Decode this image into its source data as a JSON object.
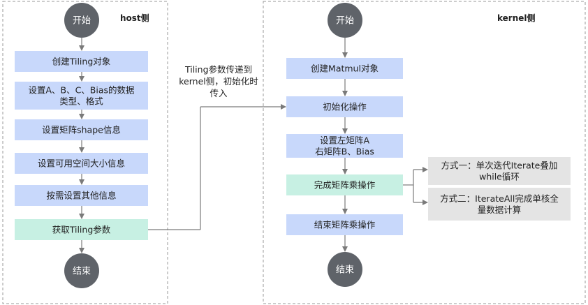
{
  "host": {
    "label": "host侧",
    "start": "开始",
    "end": "结束",
    "steps": [
      {
        "lines": [
          "创建Tiling对象"
        ]
      },
      {
        "lines": [
          "设置A、B、C、Bias的数据",
          "类型、格式"
        ]
      },
      {
        "lines": [
          "设置矩阵shape信息"
        ]
      },
      {
        "lines": [
          "设置可用空间大小信息"
        ]
      },
      {
        "lines": [
          "按需设置其他信息"
        ]
      },
      {
        "lines": [
          "获取Tiling参数"
        ]
      }
    ]
  },
  "kernel": {
    "label": "kernel侧",
    "start": "开始",
    "end": "结束",
    "steps": [
      {
        "lines": [
          "创建Matmul对象"
        ]
      },
      {
        "lines": [
          "初始化操作"
        ]
      },
      {
        "lines": [
          "设置左矩阵A",
          "右矩阵B、Bias"
        ]
      },
      {
        "lines": [
          "完成矩阵乘操作"
        ]
      },
      {
        "lines": [
          "结束矩阵乘操作"
        ]
      }
    ],
    "options": [
      {
        "lines": [
          "方式一：单次迭代Iterate叠加",
          "while循环"
        ]
      },
      {
        "lines": [
          "方式二：IterateAll完成单核全",
          "量数据计算"
        ]
      }
    ]
  },
  "transfer_label": [
    "Tiling参数传递到",
    "kernel侧，初始化时",
    "传入"
  ],
  "colors": {
    "blue_box": "#c8d8fb",
    "green_box": "#c7f0e3",
    "gray_box": "#e4e4e4",
    "circle": "#5f6369",
    "line": "#7a7a7a",
    "dash": "#9a9a9a"
  }
}
